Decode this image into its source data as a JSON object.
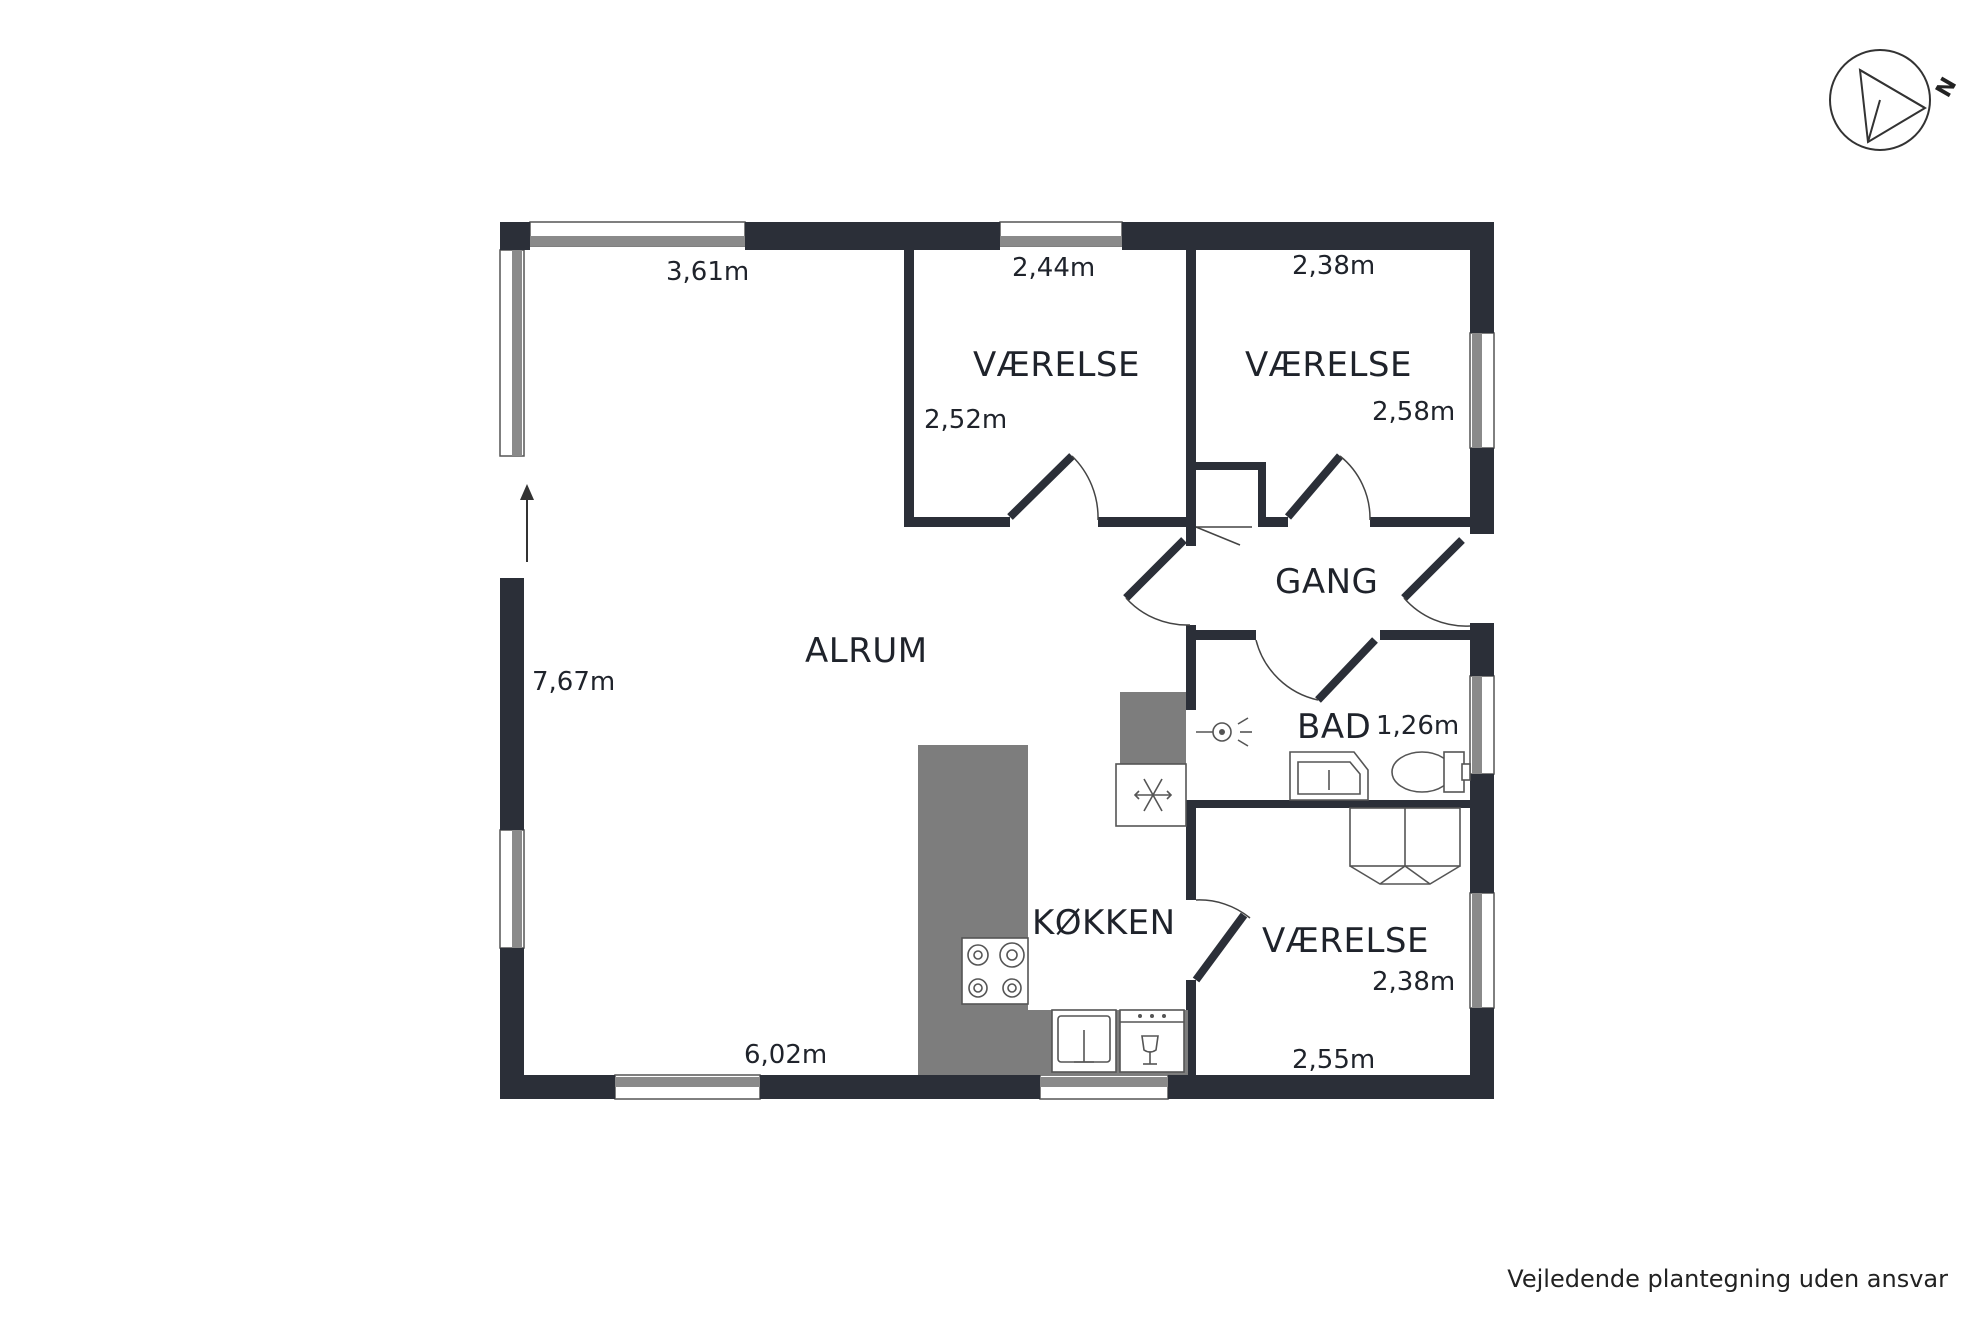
{
  "compass": {
    "north_label": "N"
  },
  "rooms": {
    "alrum": "ALRUM",
    "vaerelse_1": "VÆRELSE",
    "vaerelse_2": "VÆRELSE",
    "vaerelse_3": "VÆRELSE",
    "gang": "GANG",
    "bad": "BAD",
    "koekken": "KØKKEN"
  },
  "dimensions": {
    "alrum_top": "3,61m",
    "alrum_left": "7,67m",
    "alrum_bottom": "6,02m",
    "vaerelse_1_width": "2,44m",
    "vaerelse_1_height": "2,52m",
    "vaerelse_2_width": "2,38m",
    "vaerelse_2_height": "2,58m",
    "bad_width": "1,26m",
    "vaerelse_3_height": "2,38m",
    "vaerelse_3_width": "2,55m"
  },
  "footer": {
    "disclaimer": "Vejledende plantegning uden ansvar"
  },
  "colors": {
    "wall": "#2b2f38",
    "window_glass": "#8a8a8a",
    "counter": "#7d7d7d",
    "text": "#1f232b"
  }
}
